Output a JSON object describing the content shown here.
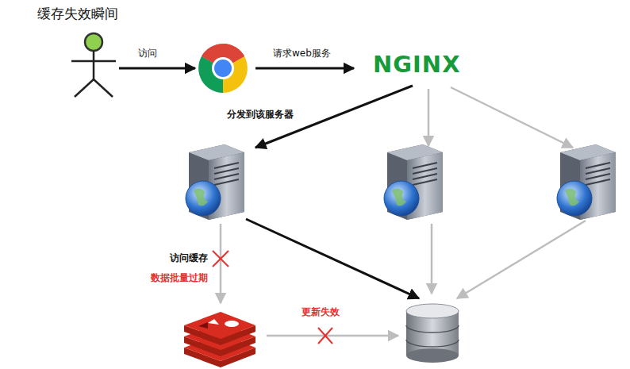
{
  "diagram": {
    "title": "缓存失效瞬间",
    "labels": [
      "访问",
      "请求web服务",
      "NGINX",
      "分发到该服务器",
      "访问缓存",
      "数据批量过期",
      "更新失效"
    ]
  }
}
